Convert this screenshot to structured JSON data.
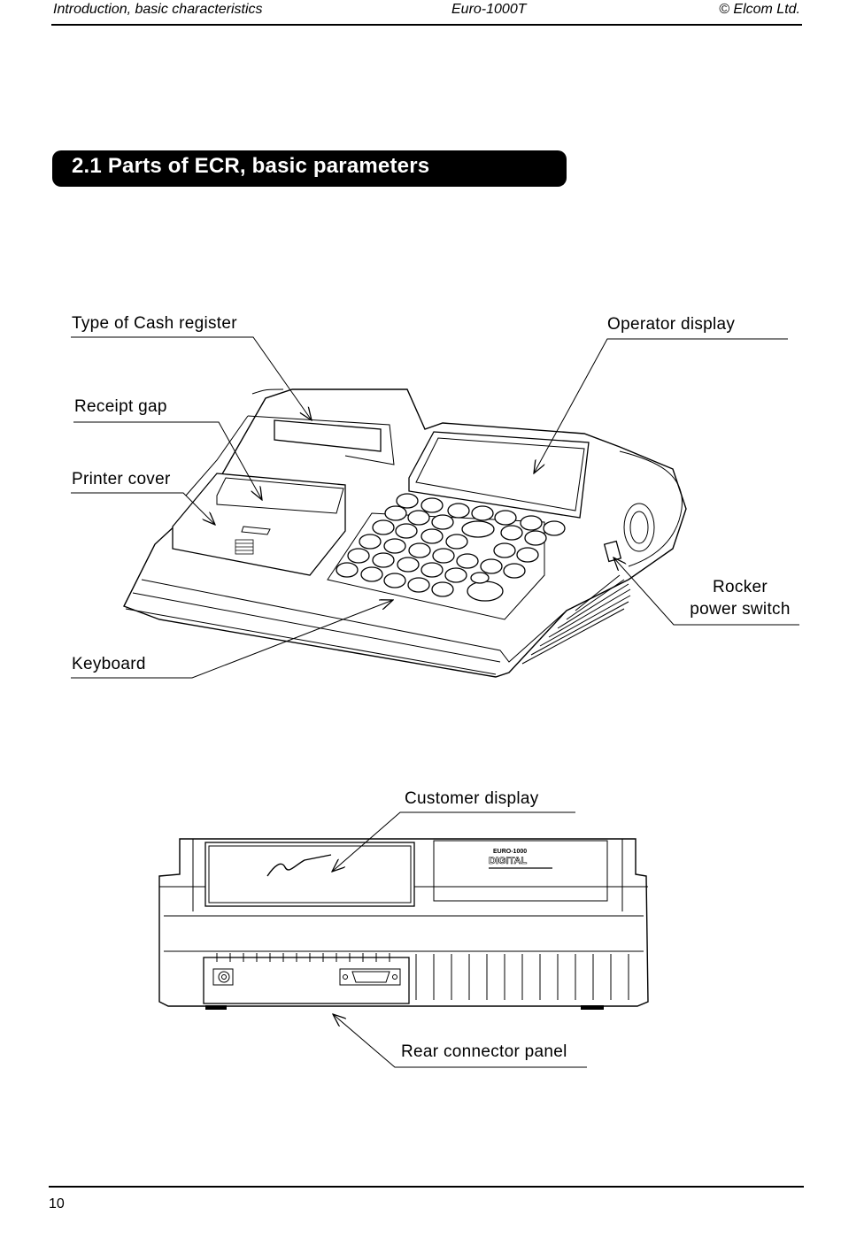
{
  "header": {
    "left": "Introduction, basic characteristics",
    "center": "Euro-1000T",
    "right": "© Elcom Ltd."
  },
  "section": {
    "title": "2.1  Parts of ECR, basic parameters"
  },
  "labels": {
    "type_of_cash_register": "Type of Cash register",
    "receipt_gap": "Receipt gap",
    "printer_cover": "Printer cover",
    "keyboard": "Keyboard",
    "operator_display": "Operator display",
    "rocker_line1": "Rocker",
    "rocker_line2": "power switch",
    "customer_display": "Customer display",
    "rear_connector_panel": "Rear connector panel"
  },
  "device_branding": {
    "model": "EURO-1000",
    "variant": "DIGITAL"
  },
  "footer": {
    "page_number": "10"
  }
}
